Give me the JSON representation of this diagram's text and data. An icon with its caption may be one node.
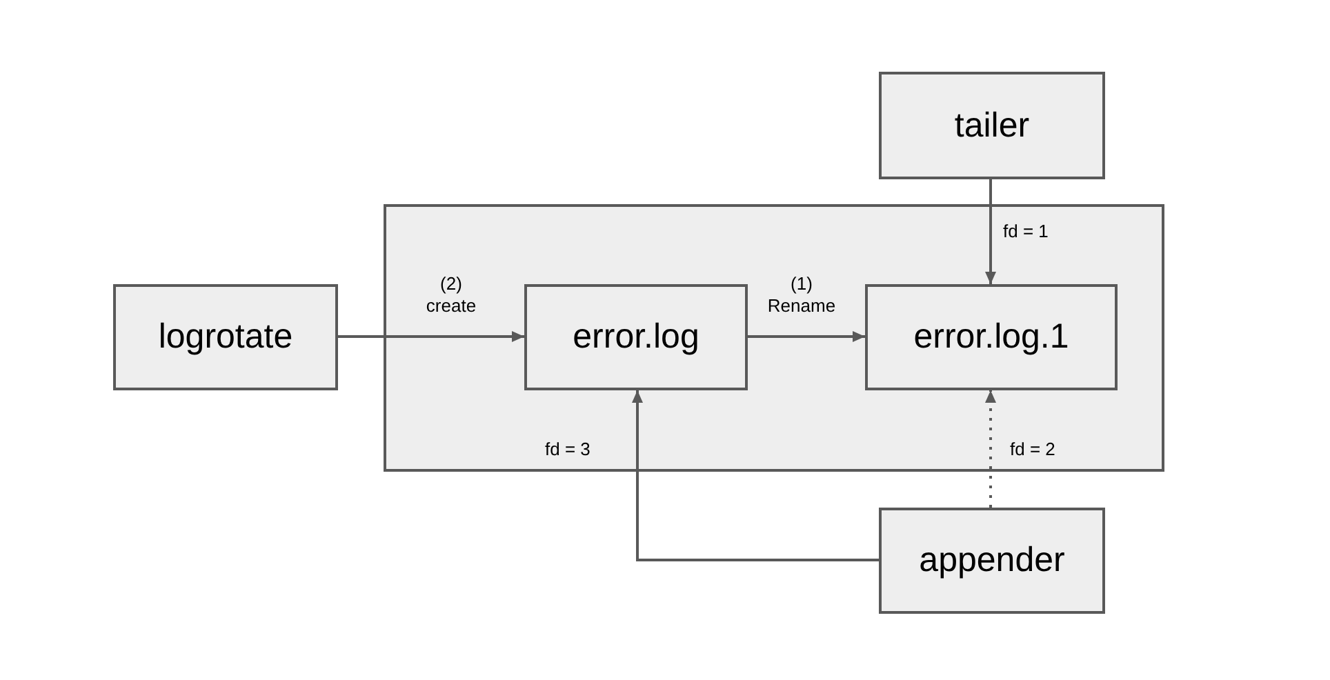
{
  "diagram": {
    "nodes": [
      {
        "text": [],
        "shape": "box"
      },
      {
        "text": [
          "tailer"
        ]
      },
      {
        "text": [
          "logrotate"
        ]
      },
      {
        "text": [
          "error.log"
        ],
        "in": 0
      },
      {
        "text": [
          "error.log.1"
        ],
        "in": 0
      },
      {
        "text": [
          "appender"
        ]
      }
    ],
    "edges": [
      {
        "from": 1,
        "to": 4,
        "arrow": "to",
        "label": "fd = 1"
      },
      {
        "from": 2,
        "to": 3,
        "arrow": "to",
        "label": "(2) create"
      },
      {
        "from": 3,
        "to": 4,
        "arrow": "to",
        "label": "(1) Rename"
      },
      {
        "from": 5,
        "to": 3,
        "arrow": "to",
        "label": "fd = 3"
      },
      {
        "from": 5,
        "to": 4,
        "arrow": "to",
        "label": "fd = 2",
        "style": "dashed"
      }
    ]
  }
}
